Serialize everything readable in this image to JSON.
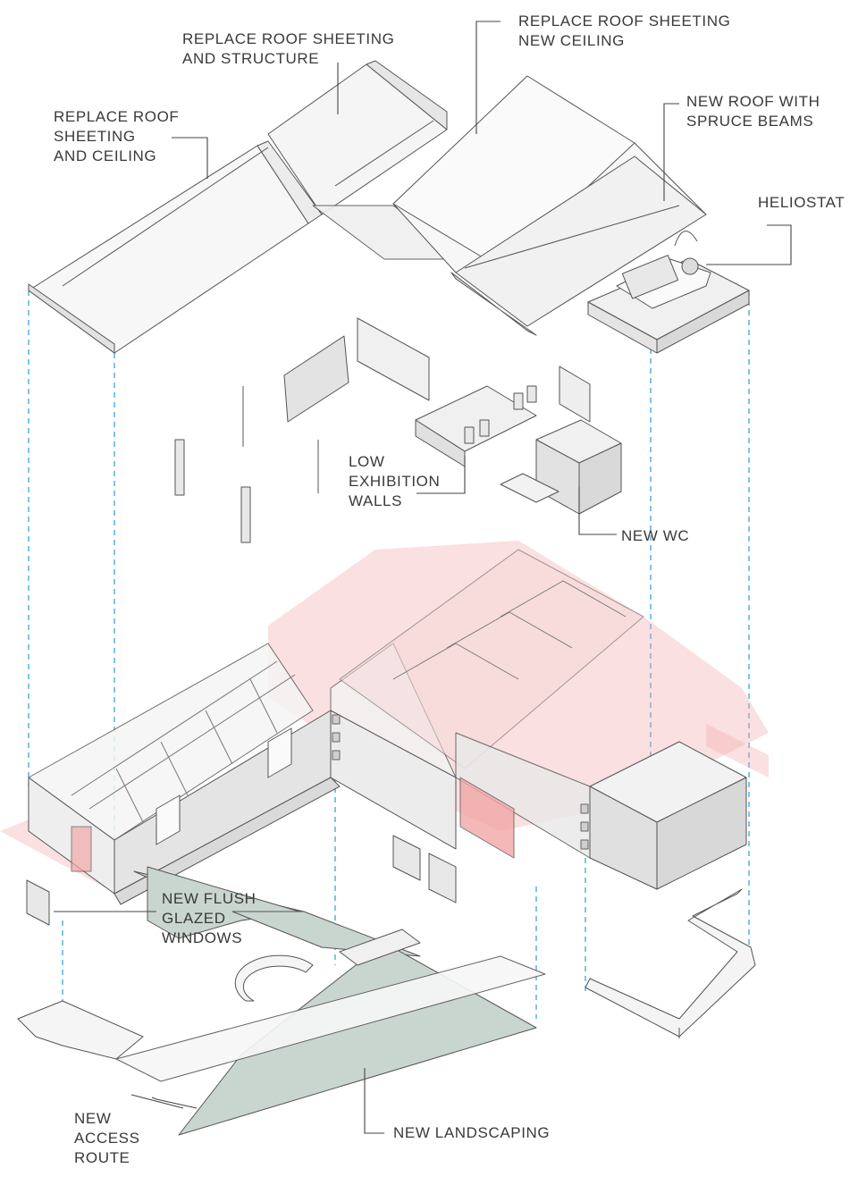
{
  "labels": {
    "roof_sheeting_ceiling": "REPLACE ROOF\nSHEETING\nAND CEILING",
    "roof_sheeting_structure": "REPLACE ROOF SHEETING\nAND STRUCTURE",
    "roof_sheeting_new_ceiling": "REPLACE ROOF SHEETING\nNEW CEILING",
    "new_roof_spruce": "NEW ROOF WITH\nSPRUCE BEAMS",
    "heliostat": "HELIOSTAT",
    "low_exhibition_walls": "LOW\nEXHIBITION\nWALLS",
    "new_wc": "NEW WC",
    "new_flush_glazed_windows": "NEW FLUSH\nGLAZED\nWINDOWS",
    "new_access_route": "NEW\nACCESS\nROUTE",
    "new_landscaping": "NEW LANDSCAPING"
  },
  "colors": {
    "line": "#555555",
    "leader": "#444444",
    "guide": "#3aa6d8",
    "roof_fill": "#f4f4f4",
    "wall_fill": "#e6e6e6",
    "new_work": "#f2a7a7",
    "landscape": "#c9d6cf",
    "text": "#3a3a3a"
  }
}
